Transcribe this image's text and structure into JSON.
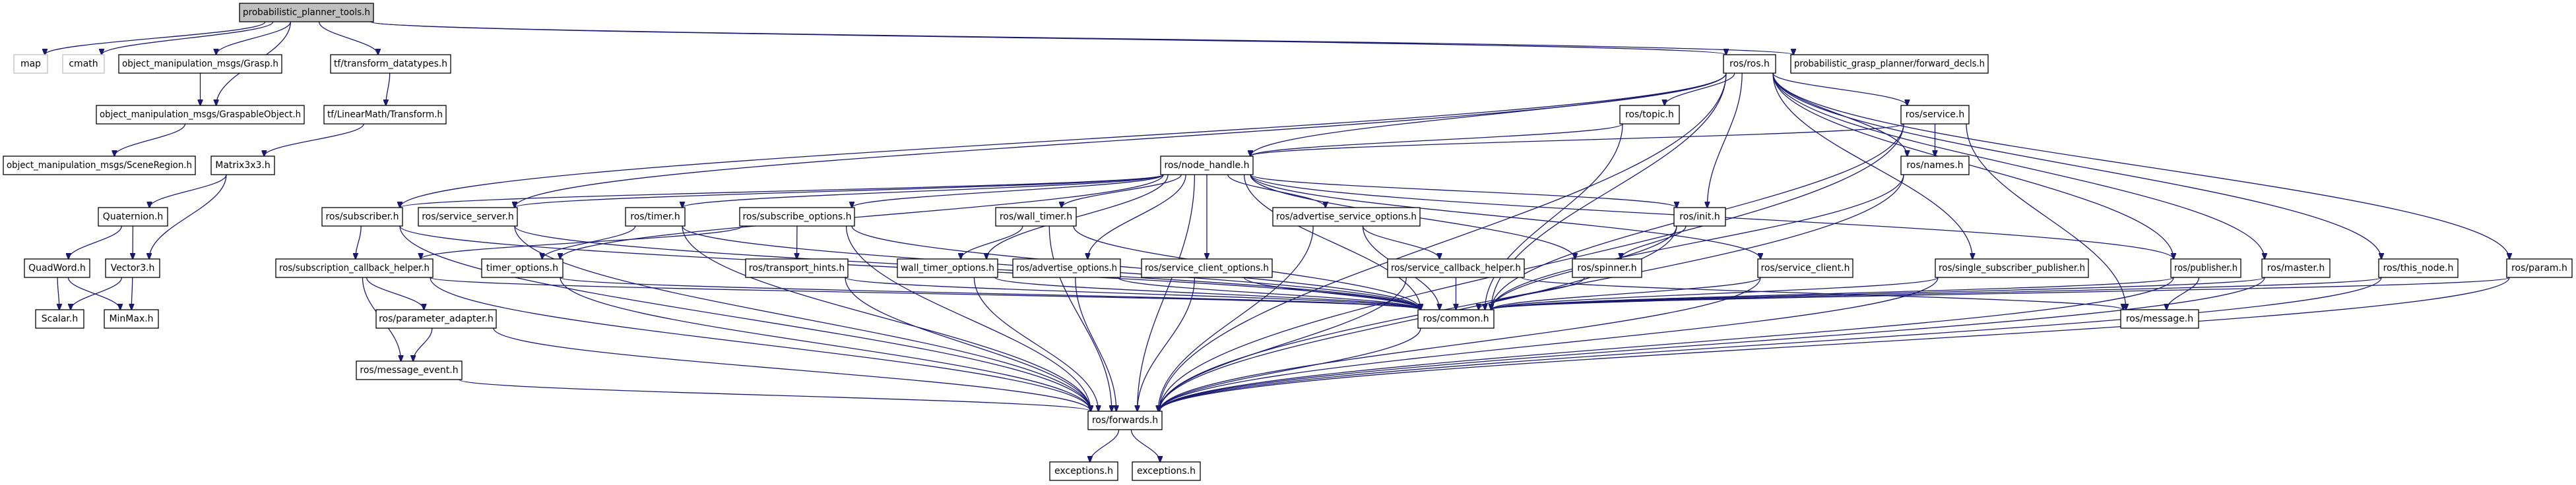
{
  "title": "probabilistic_planner_tools.h",
  "colors": {
    "edge": "#191970",
    "root_fill": "#bfbfbf",
    "node_fill": "#ffffff",
    "external_border": "#bfbfbf"
  },
  "nodes": [
    {
      "id": "root",
      "label": "probabilistic_planner_tools.h",
      "kind": "root"
    },
    {
      "id": "map",
      "label": "map",
      "kind": "external"
    },
    {
      "id": "cmath",
      "label": "cmath",
      "kind": "external"
    },
    {
      "id": "grasp",
      "label": "object_manipulation_msgs/Grasp.h",
      "kind": "file"
    },
    {
      "id": "tfdt",
      "label": "tf/transform_datatypes.h",
      "kind": "file"
    },
    {
      "id": "graspable",
      "label": "object_manipulation_msgs/GraspableObject.h",
      "kind": "file"
    },
    {
      "id": "tftransform",
      "label": "tf/LinearMath/Transform.h",
      "kind": "file"
    },
    {
      "id": "scene",
      "label": "object_manipulation_msgs/SceneRegion.h",
      "kind": "file"
    },
    {
      "id": "matrix",
      "label": "Matrix3x3.h",
      "kind": "file"
    },
    {
      "id": "quat",
      "label": "Quaternion.h",
      "kind": "file"
    },
    {
      "id": "quadword",
      "label": "QuadWord.h",
      "kind": "file"
    },
    {
      "id": "vector3",
      "label": "Vector3.h",
      "kind": "file"
    },
    {
      "id": "scalar",
      "label": "Scalar.h",
      "kind": "file"
    },
    {
      "id": "minmax",
      "label": "MinMax.h",
      "kind": "file"
    },
    {
      "id": "rosh",
      "label": "ros/ros.h",
      "kind": "file"
    },
    {
      "id": "fwddecls",
      "label": "probabilistic_grasp_planner/forward_decls.h",
      "kind": "file"
    },
    {
      "id": "topic",
      "label": "ros/topic.h",
      "kind": "file"
    },
    {
      "id": "service",
      "label": "ros/service.h",
      "kind": "file"
    },
    {
      "id": "names",
      "label": "ros/names.h",
      "kind": "file"
    },
    {
      "id": "nodehandle",
      "label": "ros/node_handle.h",
      "kind": "file"
    },
    {
      "id": "subscriber",
      "label": "ros/subscriber.h",
      "kind": "file"
    },
    {
      "id": "serviceserver",
      "label": "ros/service_server.h",
      "kind": "file"
    },
    {
      "id": "timer",
      "label": "ros/timer.h",
      "kind": "file"
    },
    {
      "id": "subopts",
      "label": "ros/subscribe_options.h",
      "kind": "file"
    },
    {
      "id": "walltimer",
      "label": "ros/wall_timer.h",
      "kind": "file"
    },
    {
      "id": "advsrvopts",
      "label": "ros/advertise_service_options.h",
      "kind": "file"
    },
    {
      "id": "init",
      "label": "ros/init.h",
      "kind": "file"
    },
    {
      "id": "subcbhelper",
      "label": "ros/subscription_callback_helper.h",
      "kind": "file"
    },
    {
      "id": "timeropts",
      "label": "timer_options.h",
      "kind": "file"
    },
    {
      "id": "transporthints",
      "label": "ros/transport_hints.h",
      "kind": "file"
    },
    {
      "id": "walltimeropts",
      "label": "wall_timer_options.h",
      "kind": "file"
    },
    {
      "id": "advopts",
      "label": "ros/advertise_options.h",
      "kind": "file"
    },
    {
      "id": "srvclientopts",
      "label": "ros/service_client_options.h",
      "kind": "file"
    },
    {
      "id": "srvcbhelper",
      "label": "ros/service_callback_helper.h",
      "kind": "file"
    },
    {
      "id": "spinner",
      "label": "ros/spinner.h",
      "kind": "file"
    },
    {
      "id": "srvclient",
      "label": "ros/service_client.h",
      "kind": "file"
    },
    {
      "id": "singlesub",
      "label": "ros/single_subscriber_publisher.h",
      "kind": "file"
    },
    {
      "id": "publisher",
      "label": "ros/publisher.h",
      "kind": "file"
    },
    {
      "id": "master",
      "label": "ros/master.h",
      "kind": "file"
    },
    {
      "id": "thisnode",
      "label": "ros/this_node.h",
      "kind": "file"
    },
    {
      "id": "param",
      "label": "ros/param.h",
      "kind": "file"
    },
    {
      "id": "paramadapter",
      "label": "ros/parameter_adapter.h",
      "kind": "file"
    },
    {
      "id": "common",
      "label": "ros/common.h",
      "kind": "file"
    },
    {
      "id": "message",
      "label": "ros/message.h",
      "kind": "file"
    },
    {
      "id": "msgevent",
      "label": "ros/message_event.h",
      "kind": "file"
    },
    {
      "id": "forwards",
      "label": "ros/forwards.h",
      "kind": "file"
    },
    {
      "id": "exc1",
      "label": "exceptions.h",
      "kind": "file"
    },
    {
      "id": "exc2",
      "label": "exceptions.h",
      "kind": "file"
    }
  ],
  "edges": [
    [
      "root",
      "map"
    ],
    [
      "root",
      "cmath"
    ],
    [
      "root",
      "grasp"
    ],
    [
      "root",
      "graspable"
    ],
    [
      "root",
      "tfdt"
    ],
    [
      "root",
      "rosh"
    ],
    [
      "root",
      "fwddecls"
    ],
    [
      "grasp",
      "graspable"
    ],
    [
      "graspable",
      "scene"
    ],
    [
      "tfdt",
      "tftransform"
    ],
    [
      "tftransform",
      "matrix"
    ],
    [
      "matrix",
      "quat"
    ],
    [
      "matrix",
      "vector3"
    ],
    [
      "quat",
      "quadword"
    ],
    [
      "quat",
      "vector3"
    ],
    [
      "quadword",
      "scalar"
    ],
    [
      "quadword",
      "minmax"
    ],
    [
      "vector3",
      "scalar"
    ],
    [
      "vector3",
      "minmax"
    ],
    [
      "rosh",
      "topic"
    ],
    [
      "rosh",
      "service"
    ],
    [
      "rosh",
      "names"
    ],
    [
      "rosh",
      "nodehandle"
    ],
    [
      "rosh",
      "subscriber"
    ],
    [
      "rosh",
      "serviceserver"
    ],
    [
      "rosh",
      "init"
    ],
    [
      "rosh",
      "common"
    ],
    [
      "rosh",
      "forwards"
    ],
    [
      "rosh",
      "singlesub"
    ],
    [
      "rosh",
      "publisher"
    ],
    [
      "rosh",
      "master"
    ],
    [
      "rosh",
      "thisnode"
    ],
    [
      "rosh",
      "param"
    ],
    [
      "topic",
      "nodehandle"
    ],
    [
      "topic",
      "common"
    ],
    [
      "service",
      "nodehandle"
    ],
    [
      "service",
      "names"
    ],
    [
      "service",
      "common"
    ],
    [
      "service",
      "message"
    ],
    [
      "service",
      "forwards"
    ],
    [
      "names",
      "common"
    ],
    [
      "names",
      "forwards"
    ],
    [
      "nodehandle",
      "subscriber"
    ],
    [
      "nodehandle",
      "serviceserver"
    ],
    [
      "nodehandle",
      "timer"
    ],
    [
      "nodehandle",
      "subopts"
    ],
    [
      "nodehandle",
      "walltimer"
    ],
    [
      "nodehandle",
      "advsrvopts"
    ],
    [
      "nodehandle",
      "init"
    ],
    [
      "nodehandle",
      "timeropts"
    ],
    [
      "nodehandle",
      "walltimeropts"
    ],
    [
      "nodehandle",
      "advopts"
    ],
    [
      "nodehandle",
      "srvclientopts"
    ],
    [
      "nodehandle",
      "spinner"
    ],
    [
      "nodehandle",
      "srvclient"
    ],
    [
      "nodehandle",
      "publisher"
    ],
    [
      "nodehandle",
      "common"
    ],
    [
      "nodehandle",
      "forwards"
    ],
    [
      "subscriber",
      "subcbhelper"
    ],
    [
      "subscriber",
      "common"
    ],
    [
      "subscriber",
      "forwards"
    ],
    [
      "serviceserver",
      "common"
    ],
    [
      "serviceserver",
      "forwards"
    ],
    [
      "timer",
      "timeropts"
    ],
    [
      "timer",
      "common"
    ],
    [
      "timer",
      "forwards"
    ],
    [
      "subopts",
      "transporthints"
    ],
    [
      "subopts",
      "subcbhelper"
    ],
    [
      "subopts",
      "common"
    ],
    [
      "subopts",
      "forwards"
    ],
    [
      "walltimer",
      "walltimeropts"
    ],
    [
      "walltimer",
      "common"
    ],
    [
      "walltimer",
      "forwards"
    ],
    [
      "advsrvopts",
      "srvcbhelper"
    ],
    [
      "advsrvopts",
      "common"
    ],
    [
      "advsrvopts",
      "forwards"
    ],
    [
      "init",
      "spinner"
    ],
    [
      "init",
      "common"
    ],
    [
      "init",
      "forwards"
    ],
    [
      "subcbhelper",
      "paramadapter"
    ],
    [
      "subcbhelper",
      "msgevent"
    ],
    [
      "subcbhelper",
      "common"
    ],
    [
      "subcbhelper",
      "forwards"
    ],
    [
      "timeropts",
      "common"
    ],
    [
      "timeropts",
      "forwards"
    ],
    [
      "transporthints",
      "common"
    ],
    [
      "transporthints",
      "forwards"
    ],
    [
      "walltimeropts",
      "common"
    ],
    [
      "walltimeropts",
      "forwards"
    ],
    [
      "advopts",
      "common"
    ],
    [
      "advopts",
      "forwards"
    ],
    [
      "srvclientopts",
      "common"
    ],
    [
      "srvclientopts",
      "forwards"
    ],
    [
      "srvcbhelper",
      "common"
    ],
    [
      "srvcbhelper",
      "forwards"
    ],
    [
      "srvcbhelper",
      "message"
    ],
    [
      "spinner",
      "common"
    ],
    [
      "srvclient",
      "common"
    ],
    [
      "srvclient",
      "forwards"
    ],
    [
      "singlesub",
      "common"
    ],
    [
      "singlesub",
      "forwards"
    ],
    [
      "publisher",
      "message"
    ],
    [
      "publisher",
      "common"
    ],
    [
      "publisher",
      "forwards"
    ],
    [
      "master",
      "common"
    ],
    [
      "master",
      "forwards"
    ],
    [
      "thisnode",
      "common"
    ],
    [
      "thisnode",
      "forwards"
    ],
    [
      "param",
      "common"
    ],
    [
      "param",
      "forwards"
    ],
    [
      "paramadapter",
      "msgevent"
    ],
    [
      "paramadapter",
      "forwards"
    ],
    [
      "msgevent",
      "forwards"
    ],
    [
      "common",
      "forwards"
    ],
    [
      "forwards",
      "exc1"
    ],
    [
      "forwards",
      "exc2"
    ]
  ]
}
